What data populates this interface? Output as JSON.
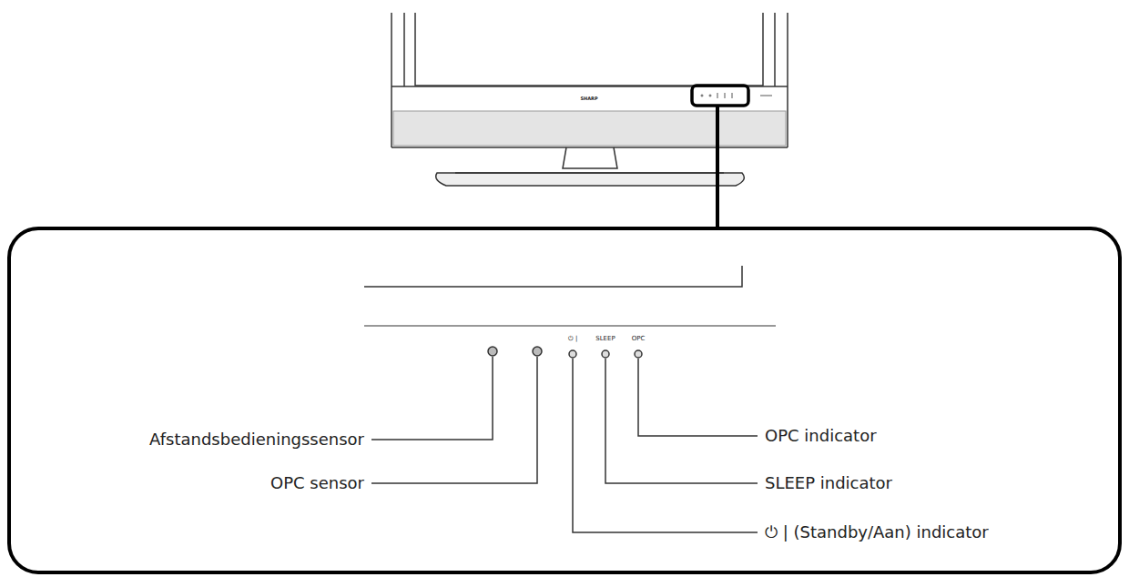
{
  "diagram": {
    "labels": [
      "SHARP",
      "⏻ |",
      "SLEEP",
      "OPC",
      "Afstandsbedieningssensor",
      "OPC sensor",
      "⏻ | (Standby/Aan) indicator",
      "SLEEP indicator",
      "OPC indicator"
    ]
  }
}
